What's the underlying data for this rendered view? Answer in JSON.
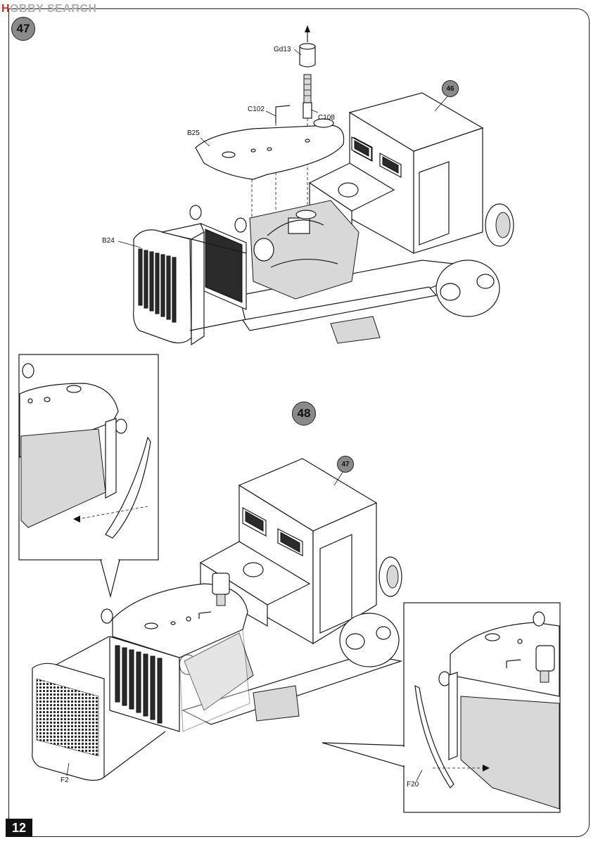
{
  "watermark": {
    "brand_mark": "H",
    "brand_text": "OBBY SEARCH",
    "suffix": " SEARCH"
  },
  "steps": {
    "step47": {
      "number": "47",
      "ref_step": "46"
    },
    "step48": {
      "number": "48",
      "ref_step": "47"
    }
  },
  "parts": {
    "gd13": "Gd13",
    "c102": "C102",
    "c108": "C108",
    "b25": "B25",
    "b24": "B24",
    "f2": "F2",
    "f20": "F20"
  },
  "page_number": "12"
}
